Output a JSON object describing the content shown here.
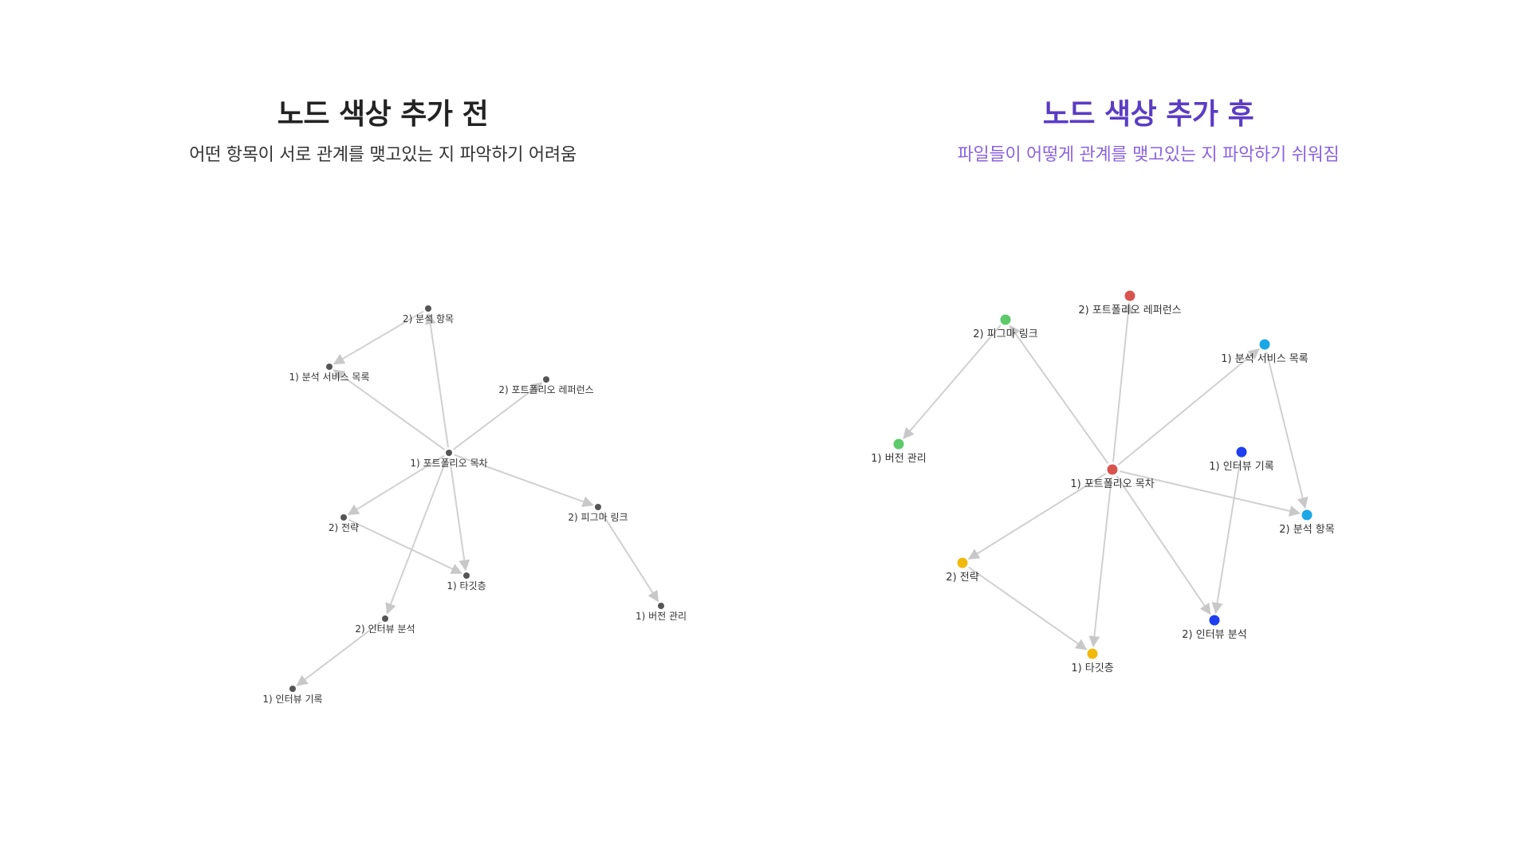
{
  "left_panel": {
    "title": "노드 색상 추가 전",
    "subtitle": "어떤 항목이 서로 관계를 맺고있는 지 파악하기 어려움"
  },
  "right_panel": {
    "title": "노드 색상 추가 후",
    "subtitle": "파일들이 어떻게 관계를 맺고있는 지 파악하기 쉬워짐"
  },
  "colors": {
    "edge": "#d0d0d0",
    "node_default": "#555555",
    "red": "#d9534f",
    "green": "#5cc96b",
    "cyan": "#1aa7e6",
    "blue": "#1f3ff0",
    "yellow": "#f0b90b",
    "title_accent": "#5b3cc4",
    "subtitle_accent": "#8a63e0"
  },
  "graph_before": {
    "nodes": [
      {
        "id": "a1",
        "label": "2) 분석 항목"
      },
      {
        "id": "a2",
        "label": "1) 분석 서비스 목록"
      },
      {
        "id": "a3",
        "label": "2) 포트폴리오 레퍼런스"
      },
      {
        "id": "a4",
        "label": "1) 포트폴리오 목차"
      },
      {
        "id": "a5",
        "label": "2) 전략"
      },
      {
        "id": "a6",
        "label": "2) 피그마 링크"
      },
      {
        "id": "a7",
        "label": "1) 타깃층"
      },
      {
        "id": "a8",
        "label": "1) 버전 관리"
      },
      {
        "id": "a9",
        "label": "2) 인터뷰 분석"
      },
      {
        "id": "a10",
        "label": "1) 인터뷰 기록"
      }
    ],
    "edges": [
      [
        "a4",
        "a1"
      ],
      [
        "a1",
        "a2"
      ],
      [
        "a4",
        "a2"
      ],
      [
        "a4",
        "a3"
      ],
      [
        "a4",
        "a5"
      ],
      [
        "a4",
        "a6"
      ],
      [
        "a4",
        "a7"
      ],
      [
        "a4",
        "a9"
      ],
      [
        "a5",
        "a7"
      ],
      [
        "a6",
        "a8"
      ],
      [
        "a9",
        "a10"
      ]
    ]
  },
  "graph_after": {
    "nodes": [
      {
        "id": "b1",
        "label": "2) 포트폴리오 레퍼런스",
        "color": "red"
      },
      {
        "id": "b2",
        "label": "2) 피그마 링크",
        "color": "green"
      },
      {
        "id": "b3",
        "label": "1) 분석 서비스 목록",
        "color": "cyan"
      },
      {
        "id": "b4",
        "label": "1) 버전 관리",
        "color": "green"
      },
      {
        "id": "b5",
        "label": "1) 인터뷰 기록",
        "color": "blue"
      },
      {
        "id": "b6",
        "label": "1) 포트폴리오 목차",
        "color": "red"
      },
      {
        "id": "b7",
        "label": "2) 분석 항목",
        "color": "cyan"
      },
      {
        "id": "b8",
        "label": "2) 전략",
        "color": "yellow"
      },
      {
        "id": "b9",
        "label": "2) 인터뷰 분석",
        "color": "blue"
      },
      {
        "id": "b10",
        "label": "1) 타깃층",
        "color": "yellow"
      }
    ],
    "edges": [
      [
        "b6",
        "b1"
      ],
      [
        "b6",
        "b2"
      ],
      [
        "b6",
        "b3"
      ],
      [
        "b6",
        "b7"
      ],
      [
        "b6",
        "b8"
      ],
      [
        "b6",
        "b10"
      ],
      [
        "b6",
        "b9"
      ],
      [
        "b2",
        "b4"
      ],
      [
        "b3",
        "b7"
      ],
      [
        "b8",
        "b10"
      ],
      [
        "b5",
        "b9"
      ]
    ]
  }
}
